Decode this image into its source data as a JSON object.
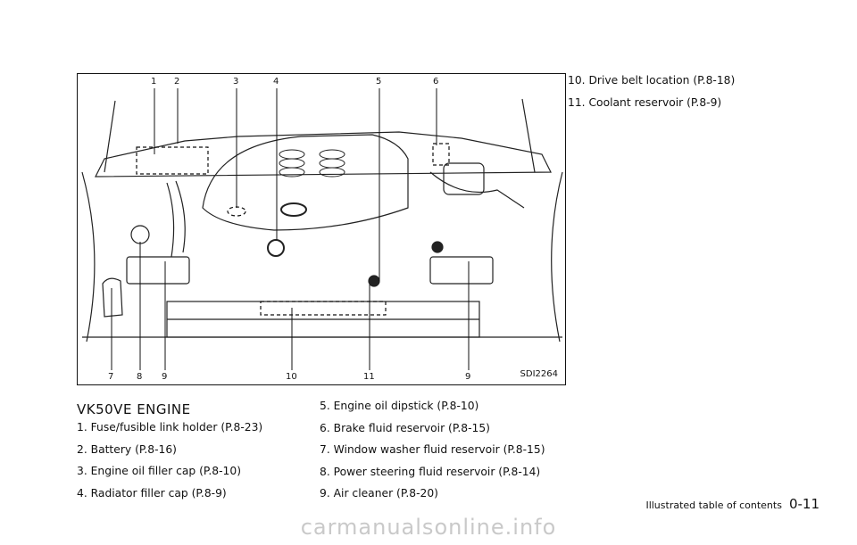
{
  "figure": {
    "code": "SDI2264",
    "callouts_top": [
      "1",
      "2",
      "3",
      "4",
      "5",
      "6"
    ],
    "callouts_bottom": [
      "7",
      "8",
      "9",
      "10",
      "11",
      "9"
    ]
  },
  "section_title": "VK50VE ENGINE",
  "items_col1": [
    "1. Fuse/fusible link holder (P.8-23)",
    "2. Battery (P.8-16)",
    "3. Engine oil filler cap (P.8-10)",
    "4. Radiator filler cap (P.8-9)"
  ],
  "items_col2": [
    "5. Engine oil dipstick (P.8-10)",
    "6. Brake fluid reservoir (P.8-15)",
    "7. Window washer fluid reservoir (P.8-15)",
    "8. Power steering fluid reservoir (P.8-14)",
    "9. Air cleaner (P.8-20)"
  ],
  "items_col3": [
    "10. Drive belt location (P.8-18)",
    "11. Coolant reservoir (P.8-9)"
  ],
  "footer": {
    "section": "Illustrated table of contents",
    "page": "0-11"
  },
  "watermark": "carmanualsonline.info"
}
